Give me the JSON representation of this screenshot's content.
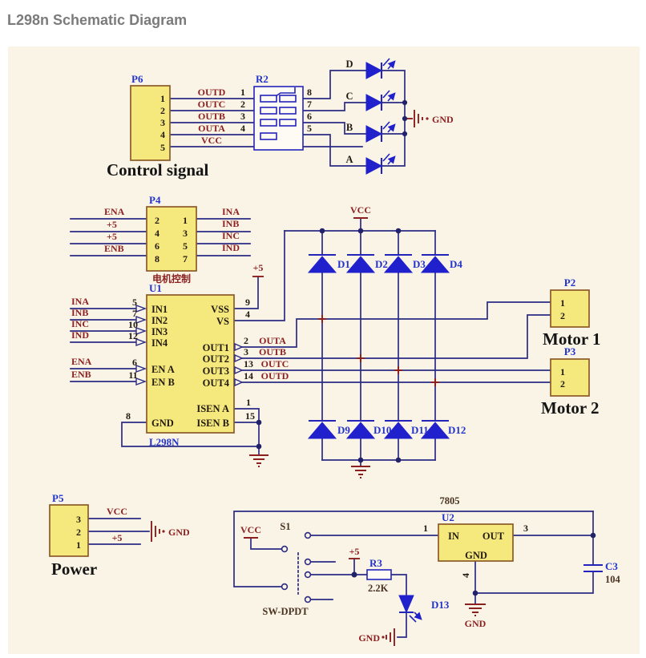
{
  "page": {
    "title": "L298n Schematic Diagram"
  },
  "colors": {
    "canvas": "#faf4e6",
    "wire_blue": "#2b2b85",
    "component_blue": "#2424bb",
    "net_red": "#8c1f1f",
    "part_yellow": "#f5e97d"
  },
  "control_block": {
    "p6_ref": "P6",
    "p6_pins": [
      "1",
      "2",
      "3",
      "4",
      "5"
    ],
    "nets": [
      "OUTD",
      "OUTC",
      "OUTB",
      "OUTA",
      "VCC"
    ],
    "r2_ref": "R2",
    "r2_left_pins": [
      "1",
      "2",
      "3",
      "4"
    ],
    "r2_right_pins": [
      "8",
      "7",
      "6",
      "5"
    ],
    "leds": [
      "D",
      "C",
      "B",
      "A"
    ],
    "gnd": "GND",
    "caption": "Control signal"
  },
  "p4_block": {
    "ref": "P4",
    "left_nets": [
      "ENA",
      "+5",
      "+5",
      "ENB"
    ],
    "left_pins": [
      "2",
      "4",
      "6",
      "8"
    ],
    "right_pins": [
      "1",
      "3",
      "5",
      "7"
    ],
    "right_nets": [
      "INA",
      "INB",
      "INC",
      "IND"
    ],
    "caption": "电机控制"
  },
  "u1": {
    "ref": "U1",
    "part": "L298N",
    "plus5": "+5",
    "left_nets": [
      "INA",
      "INB",
      "INC",
      "IND",
      "ENA",
      "ENB"
    ],
    "left_nums": [
      "5",
      "7",
      "10",
      "12",
      "6",
      "11",
      "8"
    ],
    "left_names": [
      "IN1",
      "IN2",
      "IN3",
      "IN4",
      "EN A",
      "EN B",
      "GND"
    ],
    "right_nums": [
      "9",
      "4",
      "2",
      "3",
      "13",
      "14",
      "1",
      "15"
    ],
    "right_names": [
      "VSS",
      "VS",
      "OUT1",
      "OUT2",
      "OUT3",
      "OUT4",
      "ISEN A",
      "ISEN B"
    ],
    "out_nets": [
      "OUTA",
      "OUTB",
      "OUTC",
      "OUTD"
    ]
  },
  "matrix": {
    "vcc": "VCC",
    "top": [
      "D1",
      "D2",
      "D3",
      "D4"
    ],
    "bottom": [
      "D9",
      "D10",
      "D11",
      "D12"
    ]
  },
  "motors": {
    "p2_ref": "P2",
    "p2_pins": [
      "1",
      "2"
    ],
    "p2_caption": "Motor 1",
    "p3_ref": "P3",
    "p3_pins": [
      "1",
      "2"
    ],
    "p3_caption": "Motor 2"
  },
  "power": {
    "ref": "P5",
    "pins": [
      "3",
      "2",
      "1"
    ],
    "vcc": "VCC",
    "gnd": "GND",
    "plus5": "+5",
    "caption": "Power"
  },
  "reg": {
    "title": "7805",
    "u2_ref": "U2",
    "in": "IN",
    "out": "OUT",
    "gnd": "GND",
    "pin_in": "1",
    "pin_out": "3",
    "pin_gnd": "4",
    "s1_ref": "S1",
    "sw": "SW-DPDT",
    "vcc": "VCC",
    "plus5": "+5",
    "r3_ref": "R3",
    "r3_val": "2.2K",
    "d13_ref": "D13",
    "c3_ref": "C3",
    "c3_val": "104",
    "gnd_led": "GND",
    "gnd_u2": "GND"
  }
}
